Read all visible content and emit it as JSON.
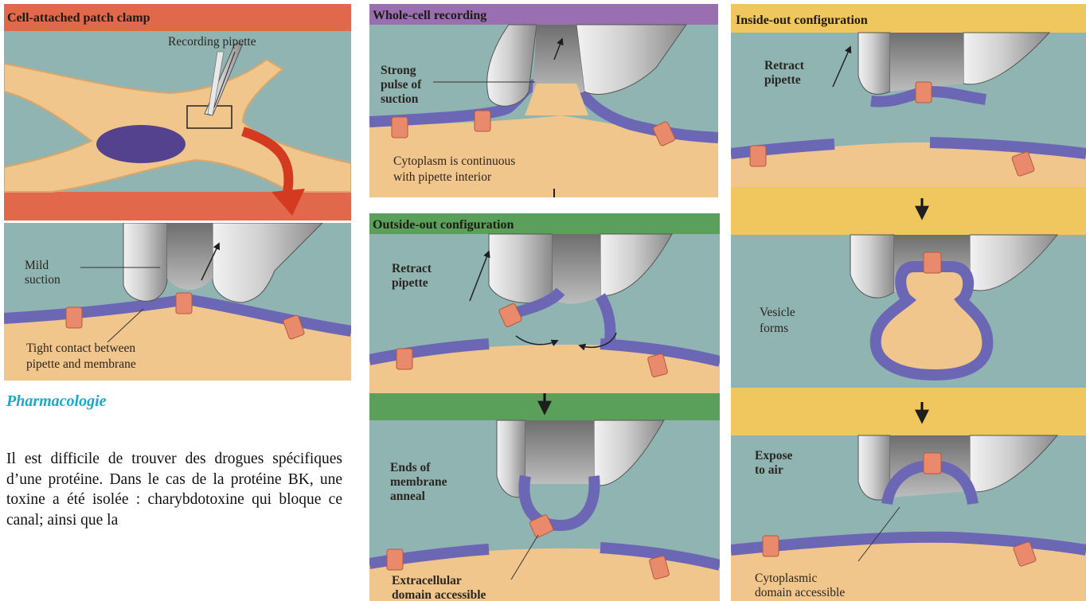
{
  "panels": {
    "cell_attached": {
      "title": "Cell-attached patch clamp",
      "pipette_label": "Recording pipette",
      "suction_label_1": "Mild",
      "suction_label_2": "suction",
      "contact_label_1": "Tight contact between",
      "contact_label_2": "pipette and membrane"
    },
    "whole_cell": {
      "title": "Whole-cell recording",
      "suction_label_1": "Strong",
      "suction_label_2": "pulse of",
      "suction_label_3": "suction",
      "cytoplasm_label_1": "Cytoplasm is continuous",
      "cytoplasm_label_2": "with pipette interior"
    },
    "outside_out": {
      "title": "Outside-out configuration",
      "retract_label_1": "Retract",
      "retract_label_2": "pipette",
      "anneal_label_1": "Ends of",
      "anneal_label_2": "membrane",
      "anneal_label_3": "anneal",
      "domain_label_1": "Extracellular",
      "domain_label_2": "domain accessible"
    },
    "inside_out": {
      "title": "Inside-out configuration",
      "retract_label_1": "Retract",
      "retract_label_2": "pipette",
      "vesicle_label_1": "Vesicle",
      "vesicle_label_2": "forms",
      "expose_label_1": "Expose",
      "expose_label_2": "to air",
      "domain_label_1": "Cytoplasmic",
      "domain_label_2": "domain accessible"
    }
  },
  "text": {
    "section_heading": "Pharmacologie",
    "body": "Il est difficile de trouver des drogues spécifiques d’une protéine. Dans le cas de la protéine BK, une toxine a été isolée : charybdotoxine qui bloque ce canal; ainsi que la"
  },
  "colors": {
    "cell_attached_banner": "#e2684b",
    "whole_cell_banner": "#9a6fb2",
    "outside_out_banner": "#5aa05a",
    "inside_out_banner": "#f0c65e",
    "medium": "#8fb4b2",
    "cytoplasm": "#f1c68c",
    "membrane": "#6c67b5",
    "channel": "#e98a6c",
    "heading": "#19a9c9"
  }
}
